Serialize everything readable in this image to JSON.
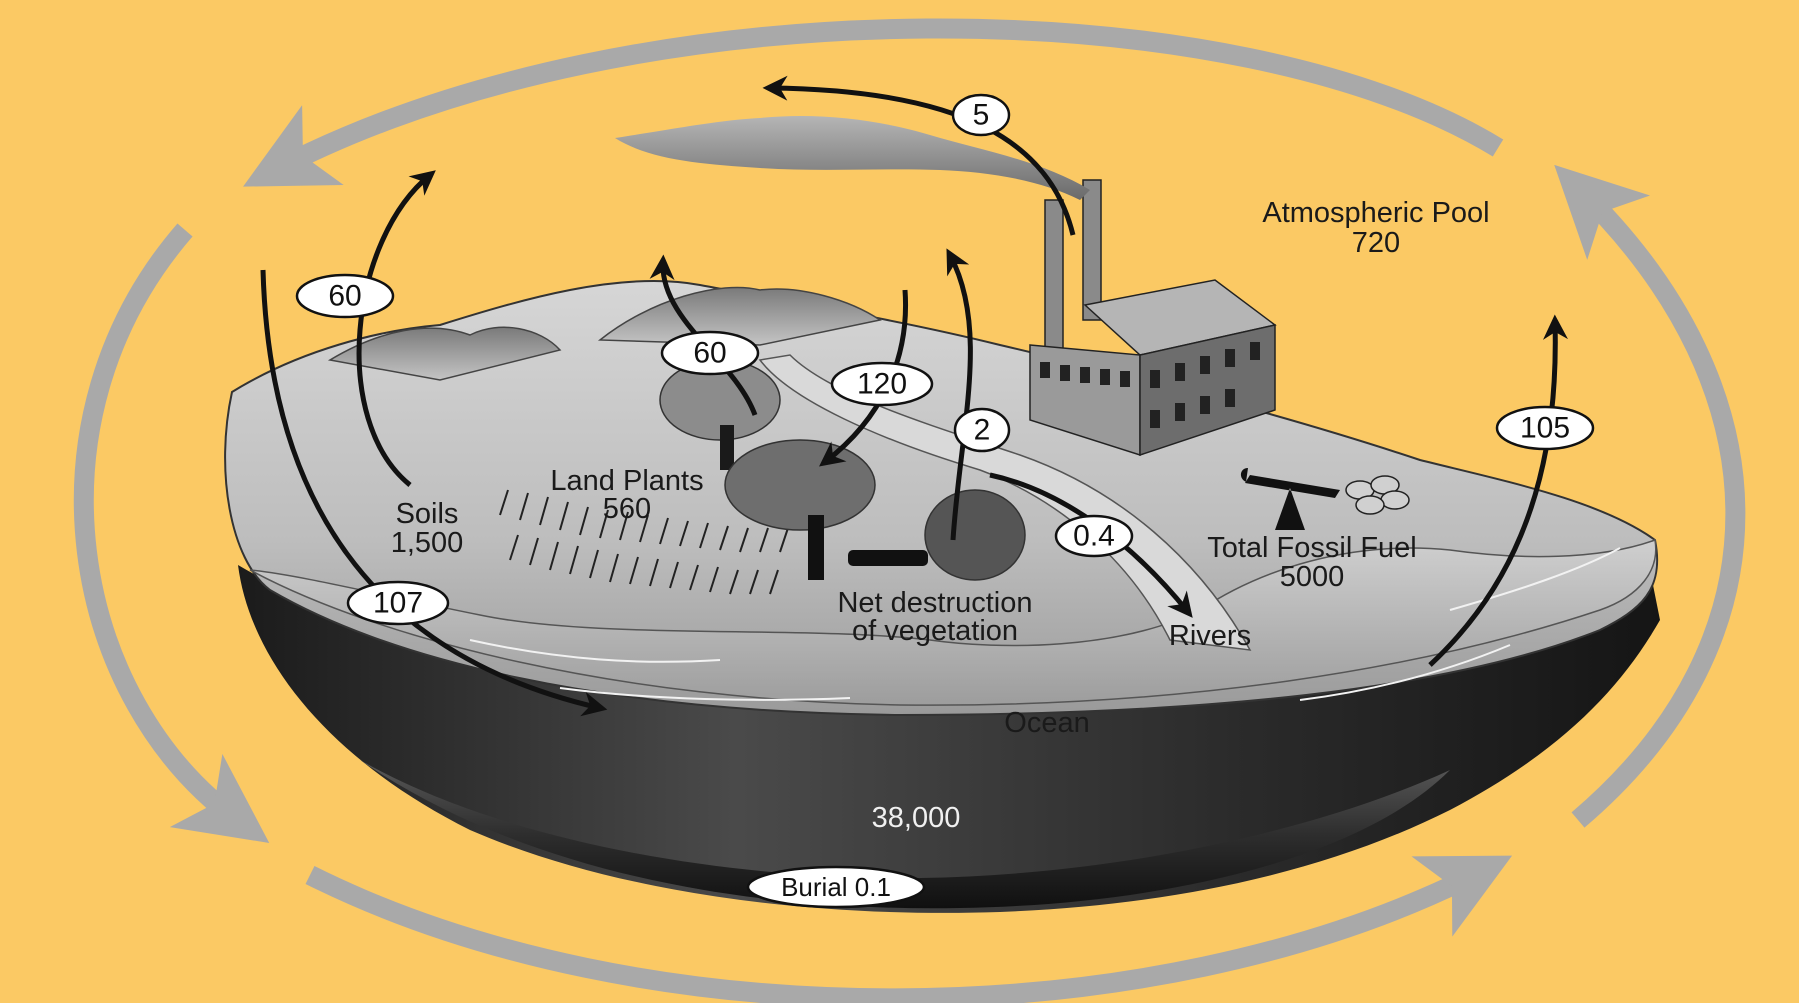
{
  "pools": {
    "atmosphere_name": "Atmospheric Pool",
    "atmosphere_value": "720",
    "soils_name": "Soils",
    "soils_value": "1,500",
    "plants_name": "Land Plants",
    "plants_value": "560",
    "fossil_name": "Total Fossil Fuel",
    "fossil_value": "5000",
    "ocean_name": "Ocean",
    "ocean_value": "38,000"
  },
  "labels": {
    "net_destruction_line1": "Net destruction",
    "net_destruction_line2": "of vegetation",
    "rivers": "Rivers",
    "burial": "Burial 0.1"
  },
  "fluxes": {
    "fossil_emissions": "5",
    "soil_respiration": "60",
    "plant_respiration": "60",
    "photosynthesis": "120",
    "land_use_change": "2",
    "river_transport": "0.4",
    "ocean_release": "105",
    "ocean_uptake": "107"
  },
  "colors": {
    "background": "#fbc964",
    "cycle_arrows": "#a9a9a9",
    "flux_arrows": "#111111"
  }
}
